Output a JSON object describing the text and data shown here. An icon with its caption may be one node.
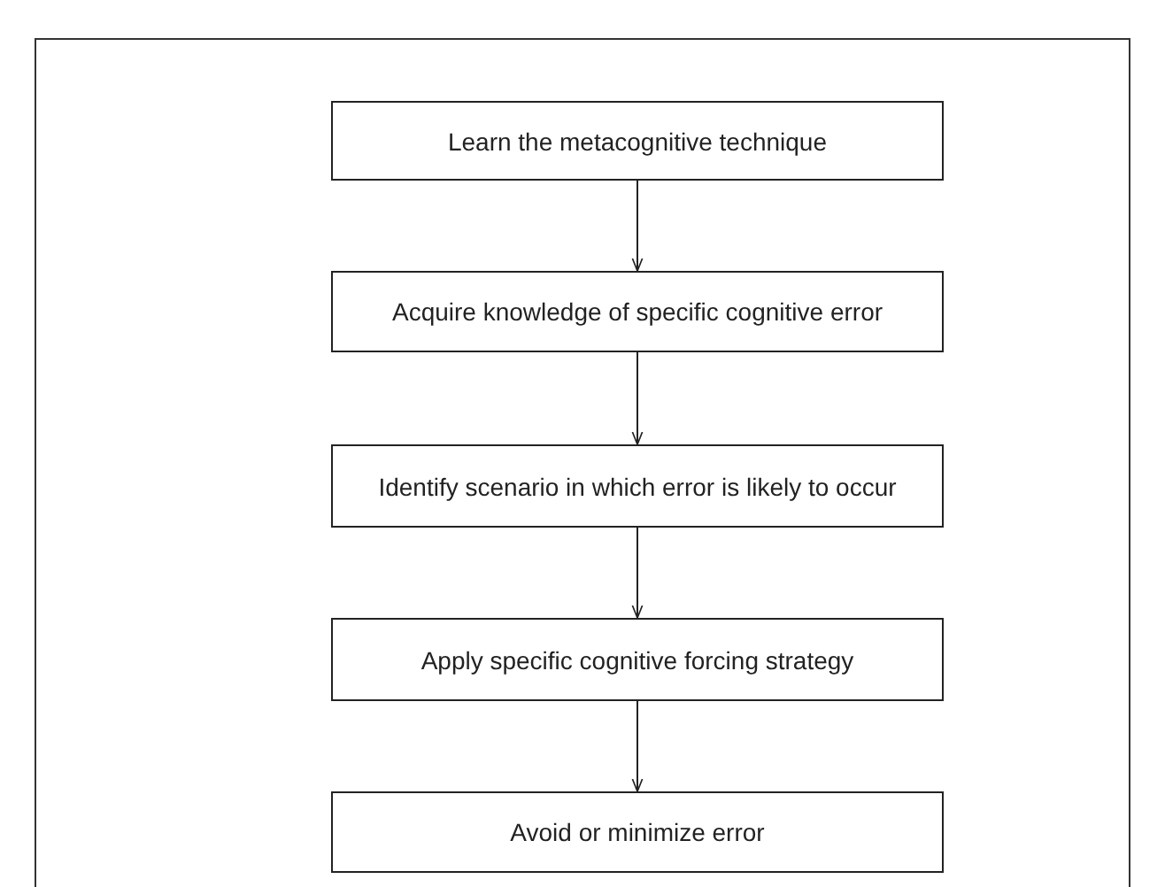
{
  "diagram": {
    "nodes": [
      {
        "text": [
          "Learn the metacognitive technique"
        ]
      },
      {
        "text": [
          "Acquire knowledge of specific cognitive error"
        ]
      },
      {
        "text": [
          "Identify scenario in which error is likely to occur"
        ]
      },
      {
        "text": [
          "Apply specific cognitive forcing strategy"
        ]
      },
      {
        "text": [
          "Avoid or minimize error"
        ]
      }
    ],
    "edges": [
      {
        "from": 0,
        "to": 1,
        "arrow": "to"
      },
      {
        "from": 1,
        "to": 2,
        "arrow": "to"
      },
      {
        "from": 2,
        "to": 3,
        "arrow": "to"
      },
      {
        "from": 3,
        "to": 4,
        "arrow": "to"
      }
    ]
  }
}
